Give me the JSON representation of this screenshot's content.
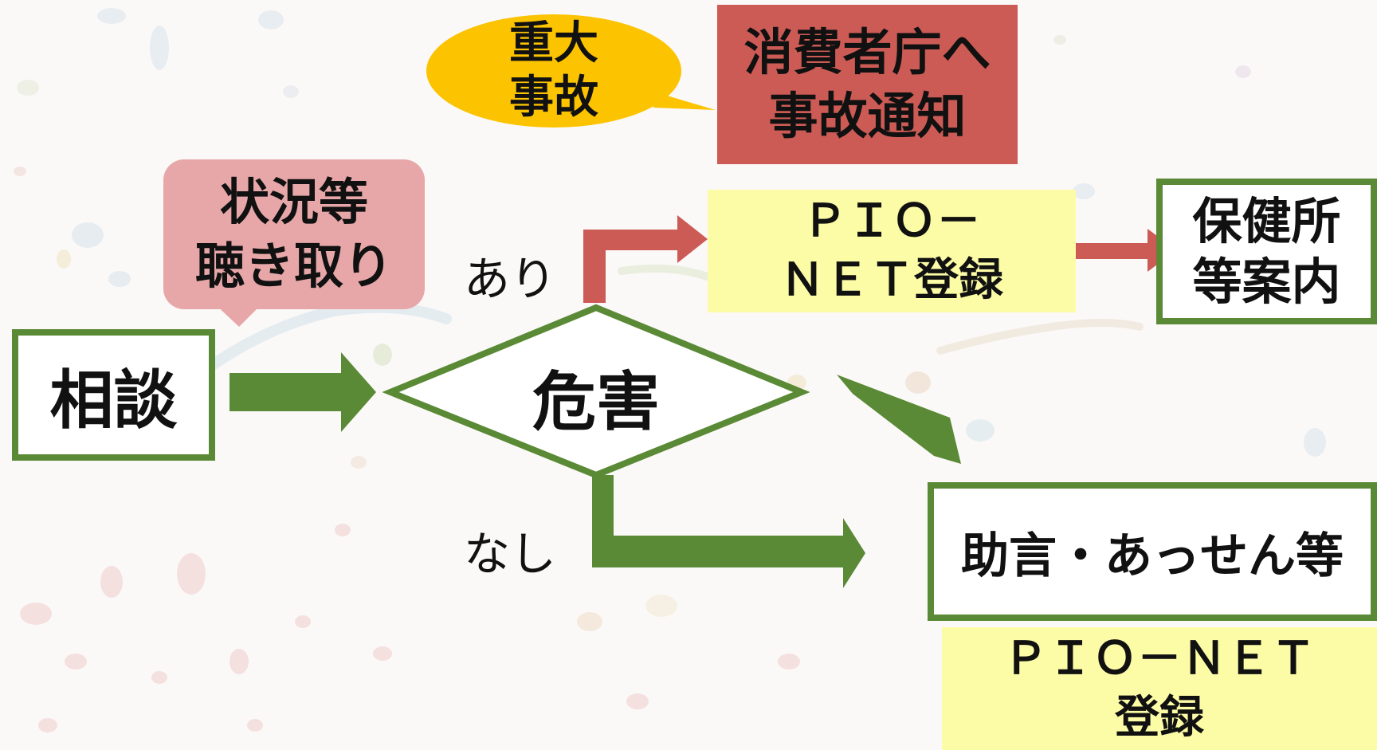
{
  "colors": {
    "green": "#5a8a36",
    "red_arrow": "#cd5b55",
    "notify_box": "#cd5b55",
    "yellow_box": "#fdfca6",
    "callout_yellow": "#fcc300",
    "callout_pink": "#e7a7a8"
  },
  "nodes": {
    "consult": "相談",
    "hearing": "状況等\n聴き取り",
    "harm": "危害",
    "serious": "重大\n事故",
    "notify": "消費者庁へ\n事故通知",
    "pio_net_1": "ＰＩＯ－\nＮＥＴ登録",
    "health": "保健所\n等案内",
    "advice": "助言・あっせん等",
    "pio_net_2": "ＰＩＯ－ＮＥＴ\n登録"
  },
  "labels": {
    "yes": "あり",
    "no": "なし"
  }
}
